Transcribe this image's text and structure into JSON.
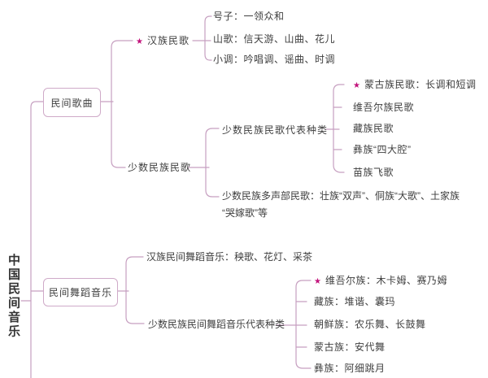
{
  "icons": {
    "star": "★"
  },
  "colors": {
    "line": "#c69fc0",
    "box_border": "#cfaac8",
    "star": "#c2127b",
    "text": "#3e3e3e"
  },
  "root": {
    "label": "中国民间音乐"
  },
  "song": {
    "label": "民间歌曲",
    "han": {
      "label": "汉族民歌",
      "children": [
        "号子：一领众和",
        "山歌：信天游、山曲、花儿",
        "小调：吟唱调、谣曲、时调"
      ]
    },
    "minority": {
      "label": "少数民族民歌",
      "rep": {
        "label": "少数民族民歌代表种类",
        "children": [
          "蒙古族民歌：长调和短调",
          "维吾尔族民歌",
          "藏族民歌",
          "彝族“四大腔”",
          "苗族飞歌"
        ]
      },
      "poly": {
        "line1": "少数民族多声部民歌：壮族“双声”、侗族“大歌”、土家族",
        "line2": "“哭嫁歌”等"
      }
    }
  },
  "dance": {
    "label": "民间舞蹈音乐",
    "han": {
      "label": "汉族民间舞蹈音乐：秧歌、花灯、采茶"
    },
    "rep": {
      "label": "少数民族民间舞蹈音乐代表种类",
      "children": [
        "维吾尔族：木卡姆、赛乃姆",
        "藏族：堆谐、囊玛",
        "朝鲜族：农乐舞、长鼓舞",
        "蒙古族：安代舞",
        "彝族：阿细跳月"
      ]
    }
  }
}
